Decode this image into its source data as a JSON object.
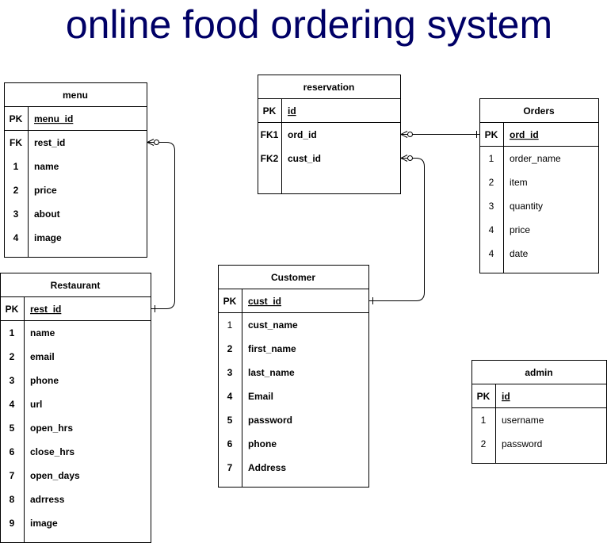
{
  "title": "online food ordering system",
  "tables": {
    "menu": {
      "name": "menu",
      "pk": {
        "key": "PK",
        "field": "menu_id"
      },
      "rows": [
        {
          "key": "FK",
          "field": "rest_id"
        },
        {
          "key": "1",
          "field": "name"
        },
        {
          "key": "2",
          "field": "price"
        },
        {
          "key": "3",
          "field": "about"
        },
        {
          "key": "4",
          "field": "image"
        }
      ]
    },
    "restaurant": {
      "name": "Restaurant",
      "pk": {
        "key": "PK",
        "field": "rest_id"
      },
      "rows": [
        {
          "key": "1",
          "field": "name"
        },
        {
          "key": "2",
          "field": "email"
        },
        {
          "key": "3",
          "field": "phone"
        },
        {
          "key": "4",
          "field": "url"
        },
        {
          "key": "5",
          "field": "open_hrs"
        },
        {
          "key": "6",
          "field": "close_hrs"
        },
        {
          "key": "7",
          "field": "open_days"
        },
        {
          "key": "8",
          "field": "adrress"
        },
        {
          "key": "9",
          "field": "image"
        }
      ]
    },
    "reservation": {
      "name": "reservation",
      "pk": {
        "key": "PK",
        "field": "id"
      },
      "rows": [
        {
          "key": "FK1",
          "field": "ord_id"
        },
        {
          "key": "FK2",
          "field": "cust_id"
        }
      ]
    },
    "customer": {
      "name": "Customer",
      "pk": {
        "key": "PK",
        "field": "cust_id"
      },
      "rows": [
        {
          "key": "1",
          "field": "cust_name"
        },
        {
          "key": "2",
          "field": "first_name"
        },
        {
          "key": "3",
          "field": "last_name"
        },
        {
          "key": "4",
          "field": "Email"
        },
        {
          "key": "5",
          "field": "password"
        },
        {
          "key": "6",
          "field": "phone"
        },
        {
          "key": "7",
          "field": "Address"
        }
      ]
    },
    "orders": {
      "name": "Orders",
      "pk": {
        "key": "PK",
        "field": "ord_id"
      },
      "rows": [
        {
          "key": "1",
          "field": "order_name"
        },
        {
          "key": "2",
          "field": "item"
        },
        {
          "key": "3",
          "field": "quantity"
        },
        {
          "key": "4",
          "field": "price"
        },
        {
          "key": "4",
          "field": "date"
        }
      ]
    },
    "admin": {
      "name": "admin",
      "pk": {
        "key": "PK",
        "field": "id"
      },
      "rows": [
        {
          "key": "1",
          "field": "username"
        },
        {
          "key": "2",
          "field": "password"
        }
      ]
    }
  },
  "colors": {
    "title": "#000066",
    "stroke": "#000000",
    "background": "#ffffff"
  }
}
